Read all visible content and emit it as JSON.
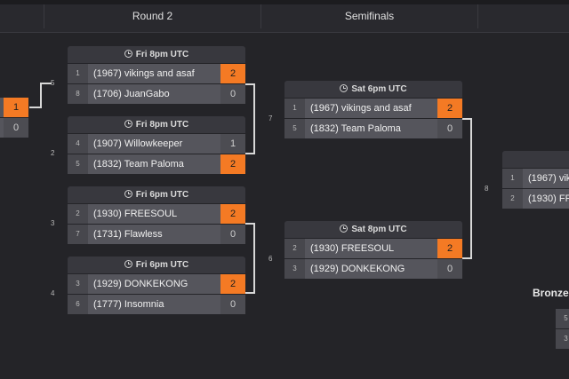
{
  "rounds": [
    "Round 2",
    "Semifinals"
  ],
  "left_stub": {
    "score_top": "1",
    "score_bottom": "0",
    "match_number": "5"
  },
  "round2": [
    {
      "number": "5",
      "time": "Fri 8pm UTC",
      "teams": [
        {
          "seed": "1",
          "name": "(1967) vikings and asaf",
          "score": "2",
          "winner": true
        },
        {
          "seed": "8",
          "name": "(1706) JuanGabo",
          "score": "0",
          "winner": false
        }
      ]
    },
    {
      "number": "2",
      "time": "Fri 8pm UTC",
      "teams": [
        {
          "seed": "4",
          "name": "(1907) Willowkeeper",
          "score": "1",
          "winner": false
        },
        {
          "seed": "5",
          "name": "(1832) Team Paloma",
          "score": "2",
          "winner": true
        }
      ]
    },
    {
      "number": "3",
      "time": "Fri 6pm UTC",
      "teams": [
        {
          "seed": "2",
          "name": "(1930) FREESOUL",
          "score": "2",
          "winner": true
        },
        {
          "seed": "7",
          "name": "(1731) Flawless",
          "score": "0",
          "winner": false
        }
      ]
    },
    {
      "number": "4",
      "time": "Fri 6pm UTC",
      "teams": [
        {
          "seed": "3",
          "name": "(1929) DONKEKONG",
          "score": "2",
          "winner": true
        },
        {
          "seed": "6",
          "name": "(1777) Insomnia",
          "score": "0",
          "winner": false
        }
      ]
    }
  ],
  "semifinals": [
    {
      "number": "7",
      "time": "Sat 6pm UTC",
      "teams": [
        {
          "seed": "1",
          "name": "(1967) vikings and asaf",
          "score": "2",
          "winner": true
        },
        {
          "seed": "5",
          "name": "(1832) Team Paloma",
          "score": "0",
          "winner": false
        }
      ]
    },
    {
      "number": "6",
      "time": "Sat 8pm UTC",
      "teams": [
        {
          "seed": "2",
          "name": "(1930) FREESOUL",
          "score": "2",
          "winner": true
        },
        {
          "seed": "3",
          "name": "(1929) DONKEKONG",
          "score": "0",
          "winner": false
        }
      ]
    }
  ],
  "final": {
    "number": "8",
    "teams": [
      {
        "seed": "1",
        "name": "(1967) vik"
      },
      {
        "seed": "2",
        "name": "(1930) FR"
      }
    ]
  },
  "bronze": {
    "label": "Bronze",
    "seeds": [
      "5",
      "3"
    ]
  }
}
